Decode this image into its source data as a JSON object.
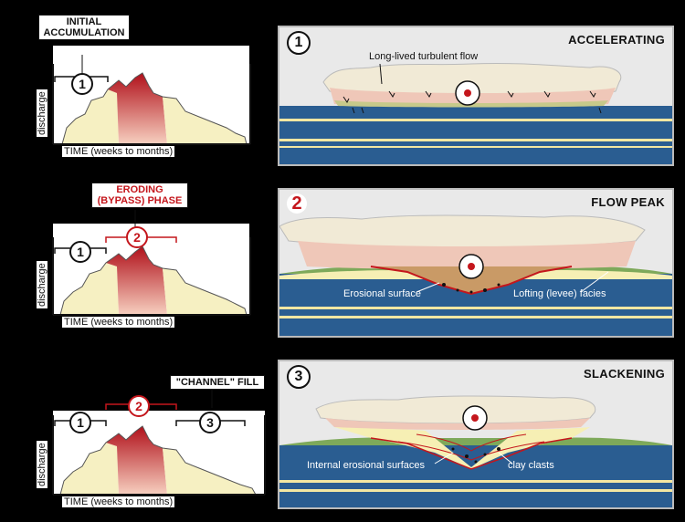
{
  "graphs": [
    {
      "callout": [
        "INITIAL",
        "ACCUMULATION"
      ],
      "phase_labels": [
        "1"
      ],
      "ylabel": "discharge",
      "xlabel": "TIME (weeks to months)"
    },
    {
      "callout": [
        "ERODING",
        "(BYPASS) PHASE"
      ],
      "phase_labels": [
        "1",
        "2"
      ],
      "ylabel": "discharge",
      "xlabel": "TIME (weeks to months)"
    },
    {
      "callout": [
        "\"CHANNEL\" FILL"
      ],
      "phase_labels": [
        "1",
        "2",
        "3"
      ],
      "ylabel": "discharge",
      "xlabel": "TIME (weeks to months)"
    }
  ],
  "panels": [
    {
      "number": "1",
      "title": "ACCELERATING",
      "labels": [
        "Long-lived turbulent flow"
      ]
    },
    {
      "number": "2",
      "title": "FLOW PEAK",
      "labels": [
        "Erosional surface",
        "Lofting (levee) facies"
      ]
    },
    {
      "number": "3",
      "title": "SLACKENING",
      "labels": [
        "Internal erosional surfaces",
        "clay clasts"
      ]
    }
  ],
  "colors": {
    "background": "#000000",
    "cloud": "#f1ead6",
    "flow_pink": "#efc7b8",
    "deposit_yellow": "#f6efb4",
    "levee_green": "#7ea95a",
    "seabed_blue": "#2a5d91",
    "stripe_yellow": "#f3e7a2",
    "hydrograph_red": "#c4161c",
    "hydrograph_cream": "#f6f0c2",
    "erosion_red": "#c4161c",
    "channel_brown": "#c99a66"
  }
}
